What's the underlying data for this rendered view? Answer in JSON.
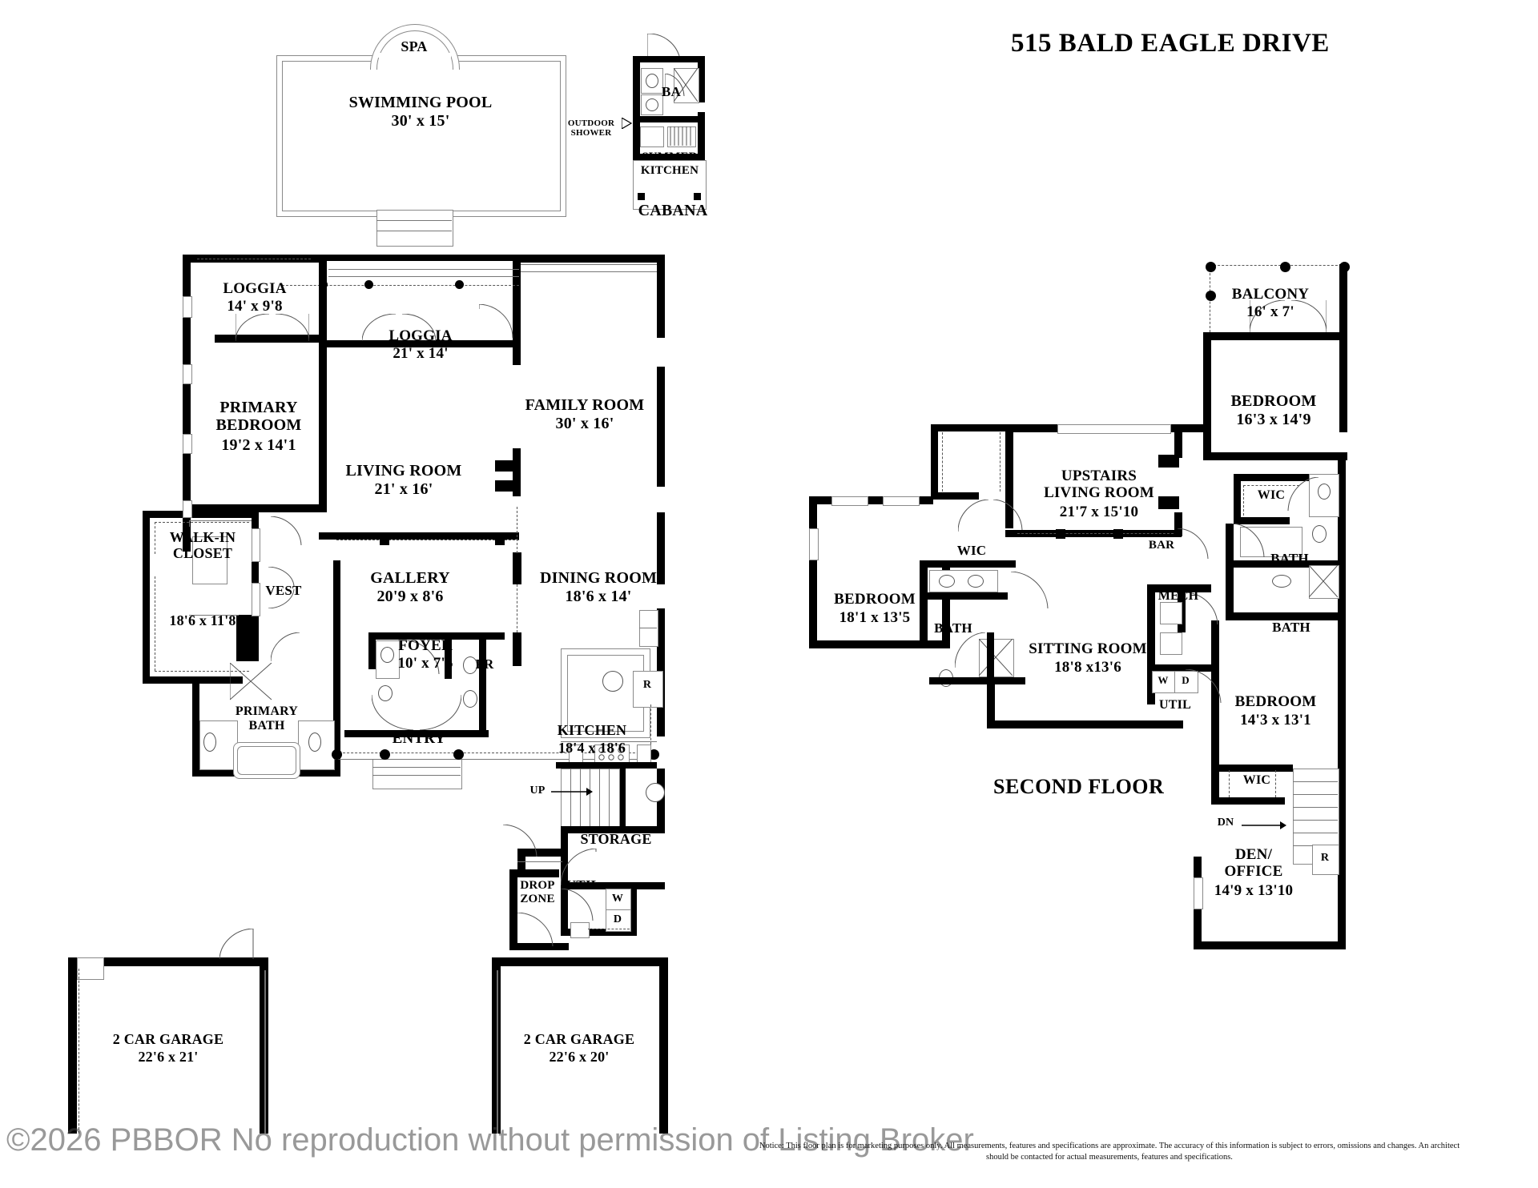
{
  "page": {
    "title": "515 BALD EAGLE DRIVE",
    "second_floor_label": "SECOND FLOOR",
    "watermark": "©2026 PBBOR  No reproduction without permission of Listing Broker",
    "notice": "Notice: This floor plan is for marketing purposes only. All measurements, features and specifications are approximate. The accuracy of this information is subject to errors, omissions and changes. An architect should be contacted for actual measurements, features and specifications."
  },
  "exterior": {
    "pool": {
      "name": "SWIMMING POOL",
      "dims": "30' x 15'"
    },
    "spa": {
      "name": "SPA"
    },
    "cabana": {
      "name": "CABANA"
    },
    "summer_kitchen": {
      "name": "SUMMER\nKITCHEN"
    },
    "cabana_bath": {
      "name": "BA"
    },
    "outdoor_shower": {
      "name": "OUTDOOR\nSHOWER"
    }
  },
  "first_floor": {
    "rooms": [
      {
        "name": "LOGGIA",
        "dims": "14' x 9'8"
      },
      {
        "name": "LOGGIA",
        "dims": "21' x 14'"
      },
      {
        "name": "PRIMARY\nBEDROOM",
        "dims": "19'2 x 14'1"
      },
      {
        "name": "FAMILY ROOM",
        "dims": "30' x 16'"
      },
      {
        "name": "LIVING ROOM",
        "dims": "21' x 16'"
      },
      {
        "name": "WALK-IN\nCLOSET",
        "dims": "18'6 x 11'8"
      },
      {
        "name": "GALLERY",
        "dims": "20'9 x 8'6"
      },
      {
        "name": "DINING ROOM",
        "dims": "18'6 x 14'"
      },
      {
        "name": "FOYER",
        "dims": "10' x 7'5"
      },
      {
        "name": "KITCHEN",
        "dims": "18'4 x 18'6"
      },
      {
        "name": "PRIMARY\nBATH",
        "dims": ""
      },
      {
        "name": "2 CAR GARAGE",
        "dims": "22'6 x 21'"
      },
      {
        "name": "2 CAR GARAGE",
        "dims": "22'6 x 20'"
      }
    ],
    "small_labels": [
      {
        "name": "VEST"
      },
      {
        "name": "PR"
      },
      {
        "name": "ENTRY"
      },
      {
        "name": "STORAGE"
      },
      {
        "name": "UTIL"
      },
      {
        "name": "DROP\nZONE"
      },
      {
        "name": "UP"
      },
      {
        "name": "W"
      },
      {
        "name": "D"
      },
      {
        "name": "R"
      }
    ]
  },
  "second_floor": {
    "rooms": [
      {
        "name": "BALCONY",
        "dims": "16' x 7'"
      },
      {
        "name": "BEDROOM",
        "dims": "16'3 x 14'9"
      },
      {
        "name": "UPSTAIRS\nLIVING ROOM",
        "dims": "21'7 x 15'10"
      },
      {
        "name": "BEDROOM",
        "dims": "18'1 x 13'5"
      },
      {
        "name": "SITTING ROOM",
        "dims": "18'8 x13'6"
      },
      {
        "name": "BEDROOM",
        "dims": "14'3 x 13'1"
      },
      {
        "name": "DEN/\nOFFICE",
        "dims": "14'9 x 13'10"
      }
    ],
    "small_labels": [
      {
        "name": "WIC"
      },
      {
        "name": "WIC"
      },
      {
        "name": "WIC"
      },
      {
        "name": "BAR"
      },
      {
        "name": "BATH"
      },
      {
        "name": "BATH"
      },
      {
        "name": "BATH"
      },
      {
        "name": "MECH"
      },
      {
        "name": "UTIL"
      },
      {
        "name": "W"
      },
      {
        "name": "D"
      },
      {
        "name": "DN"
      },
      {
        "name": "R"
      }
    ]
  }
}
